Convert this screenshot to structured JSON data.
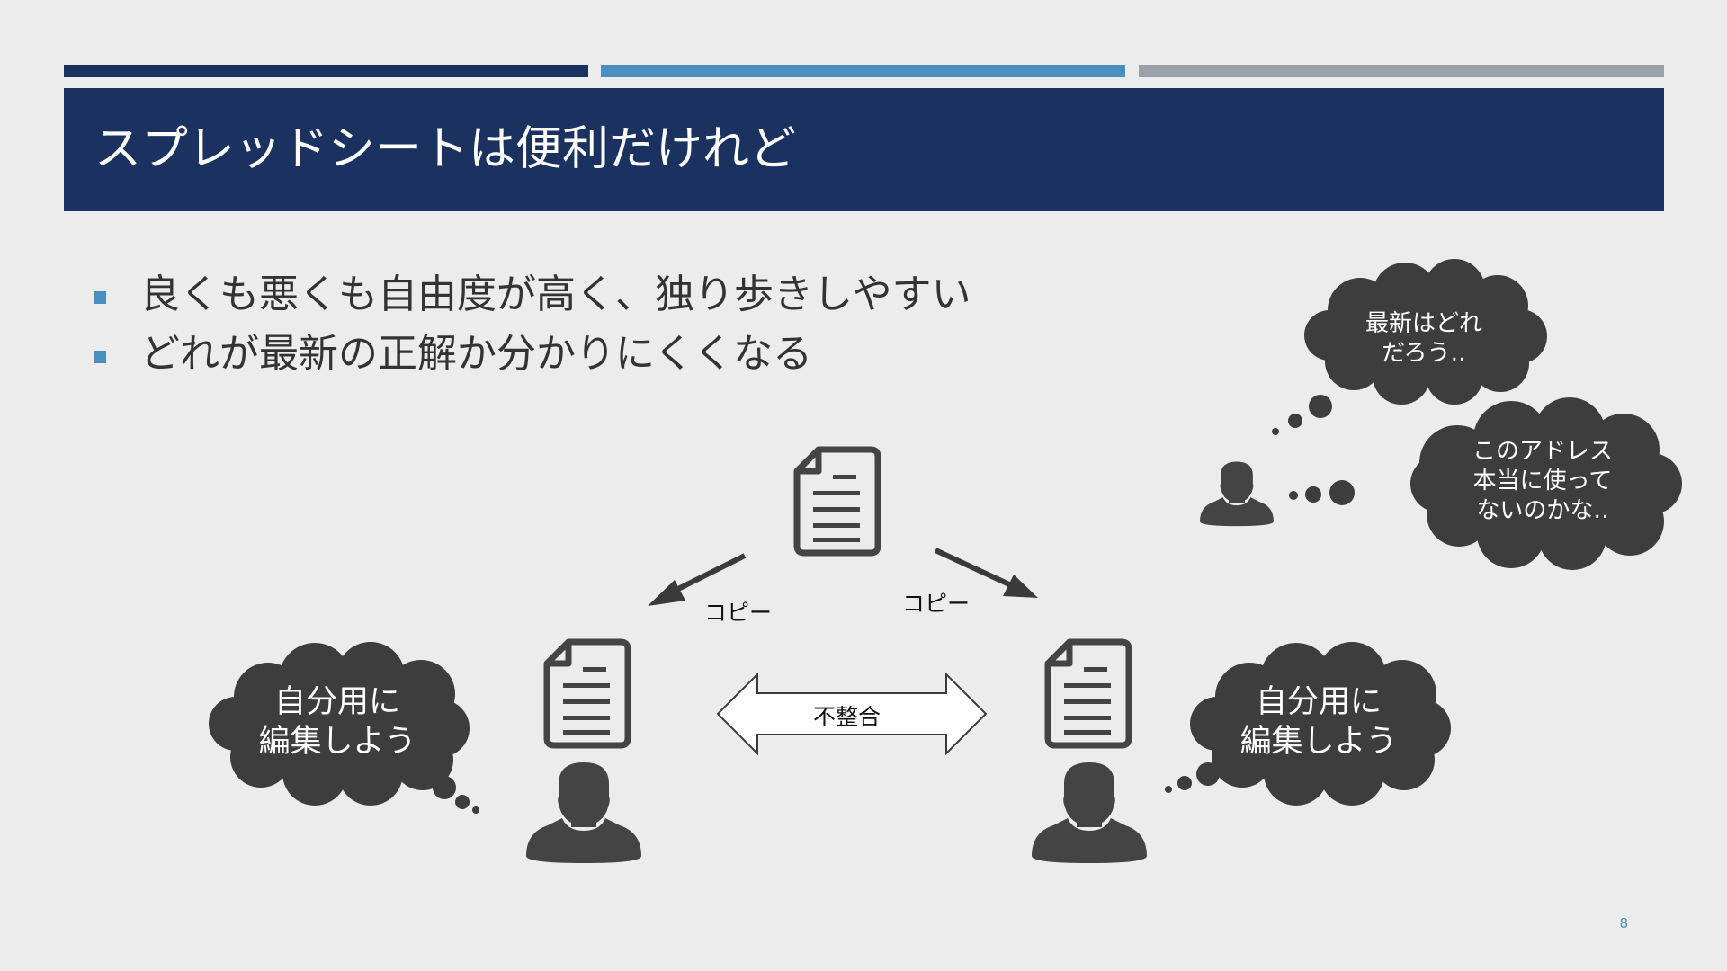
{
  "slide": {
    "title": "スプレッドシートは便利だけれど",
    "bullets": [
      "良くも悪くも自由度が高く、独り歩きしやすい",
      "どれが最新の正解か分かりにくくなる"
    ],
    "page_number": "8"
  },
  "diagram": {
    "copy_left": "コピー",
    "copy_right": "コピー",
    "mismatch": "不整合",
    "cloud_left": [
      "自分用に",
      "編集しよう"
    ],
    "cloud_right": [
      "自分用に",
      "編集しよう"
    ],
    "cloud_top1": [
      "最新はどれ",
      "だろう‥"
    ],
    "cloud_top2": [
      "このアドレス",
      "本当に使って",
      "ないのかな‥"
    ]
  },
  "colors": {
    "bar1": "#1b3160",
    "bar2": "#4a8fbd",
    "bar3": "#9aa1a8",
    "title_band": "#1b3160",
    "cloud": "#3d3d3d",
    "icon": "#444444",
    "bullet_marker": "#4a8fbd"
  }
}
